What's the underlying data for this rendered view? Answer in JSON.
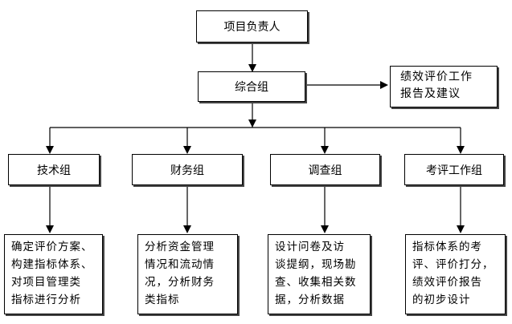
{
  "nodes": {
    "leader": "项目负责人",
    "general": "综合组",
    "report": [
      "绩效评价工作",
      "报告及建议"
    ],
    "tech": "技术组",
    "finance": "财务组",
    "survey": "调查组",
    "review": "考评工作组"
  },
  "tasks": {
    "tech": [
      "确定评价方案、",
      "构建指标体系、",
      "对项目管理类",
      "指标进行分析"
    ],
    "finance": [
      "分析资金管理",
      "情况和流动情",
      "况，分析财务",
      "类指标"
    ],
    "survey": [
      "设计问卷及访",
      "谈提纲，现场勘",
      "查、收集相关数",
      "据，分析数据"
    ],
    "review": [
      "指标体系的考",
      "评、评价打分，",
      "绩效评价报告",
      "的初步设计"
    ]
  }
}
